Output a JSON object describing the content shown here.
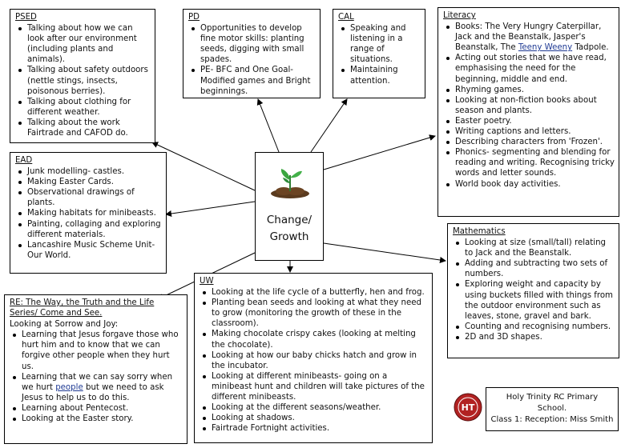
{
  "center": {
    "title": "Change/",
    "title2": "Growth"
  },
  "psed": {
    "title": "PSED",
    "items": [
      "Talking about how we can look after our environment (including plants and animals).",
      "Talking about safety outdoors (nettle stings, insects, poisonous berries).",
      "Talking about clothing for different weather.",
      "Talking about the work Fairtrade and CAFOD do."
    ]
  },
  "pd": {
    "title": "PD",
    "items": [
      "Opportunities to develop fine motor skills: planting seeds, digging with small spades.",
      "PE- BFC and One Goal- Modified games and Bright beginnings."
    ]
  },
  "cal": {
    "title": "CAL",
    "items": [
      "Speaking and listening in a range of situations.",
      "Maintaining attention."
    ]
  },
  "literacy": {
    "title": "Literacy",
    "item0_pre": "Books: The Very Hungry Caterpillar, Jack and the Beanstalk, Jasper's Beanstalk, The ",
    "item0_link": "Teeny Weeny",
    "item0_post": " Tadpole.",
    "items": [
      "Acting out stories that we have read, emphasising the need for the beginning, middle and end.",
      "Rhyming games.",
      "Looking at non-fiction books about season and plants.",
      "Easter poetry.",
      "Writing captions and letters.",
      "Describing characters from 'Frozen'.",
      "Phonics- segmenting and blending for reading and writing. Recognising tricky words and letter sounds.",
      "World book day activities."
    ]
  },
  "ead": {
    "title": "EAD",
    "items": [
      "Junk modelling- castles.",
      "Making Easter Cards.",
      "Observational drawings of plants.",
      "Making habitats for minibeasts.",
      "Painting, collaging and exploring different materials.",
      "Lancashire Music Scheme Unit- Our World."
    ]
  },
  "maths": {
    "title": "Mathematics",
    "items": [
      "Looking at size (small/tall) relating to Jack and the Beanstalk.",
      "Adding and subtracting two sets of numbers.",
      "Exploring weight and capacity by using buckets filled with things from the outdoor environment such as leaves, stone, gravel and bark.",
      "Counting and recognising numbers.",
      "2D and 3D shapes."
    ]
  },
  "re": {
    "title": "RE: The Way, the Truth and the Life Series/ Come and See.",
    "intro": "Looking at Sorrow and Joy:",
    "items": [
      "Learning that Jesus forgave those who hurt him and to know that we can forgive other people when they hurt us."
    ],
    "item1_pre": "Learning that we can say sorry when we hurt ",
    "item1_link": "people",
    "item1_post": " but we need to ask Jesus to help us to do this.",
    "items2": [
      "Learning about Pentecost.",
      "Looking at the Easter story."
    ]
  },
  "uw": {
    "title": "UW",
    "items": [
      "Looking at the life cycle of a butterfly, hen and frog.",
      "Planting bean seeds and looking at what they need to grow (monitoring the growth of these in the classroom).",
      "Making chocolate crispy cakes (looking at melting the chocolate).",
      "Looking at how our baby chicks hatch and grow in the incubator.",
      "Looking at different minibeasts- going on a minibeast hunt and children will take pictures of the different minibeasts.",
      "Looking at the different seasons/weather.",
      "Looking at shadows.",
      "Fairtrade Fortnight activities."
    ]
  },
  "school": {
    "line1": "Holy Trinity RC Primary",
    "line2": "School.",
    "line3": "Class 1: Reception: Miss Smith",
    "logo_text": "HT"
  },
  "colors": {
    "link": "#1f3a93",
    "logo": "#b22222"
  }
}
